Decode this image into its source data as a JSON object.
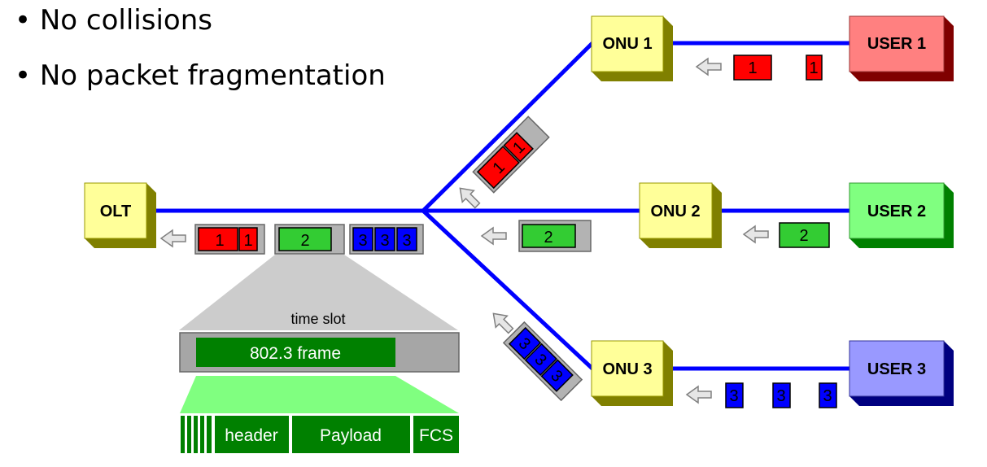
{
  "bullets": [
    "No collisions",
    "No packet fragmentation"
  ],
  "nodes": {
    "olt": "OLT",
    "onus": [
      "ONU 1",
      "ONU 2",
      "ONU 3"
    ],
    "users": [
      "USER 1",
      "USER 2",
      "USER 3"
    ]
  },
  "packets": {
    "user1": [
      "1",
      "1"
    ],
    "user2": [
      "2"
    ],
    "user3": [
      "3",
      "3",
      "3"
    ],
    "branch1": [
      "1",
      "1"
    ],
    "branch2": [
      "2"
    ],
    "branch3": [
      "3",
      "3",
      "3"
    ],
    "olt_slot1": [
      "1",
      "1"
    ],
    "olt_slot2": [
      "2"
    ],
    "olt_slot3": [
      "3",
      "3",
      "3"
    ]
  },
  "detail": {
    "time_slot_label": "time slot",
    "frame_label": "802.3 frame",
    "fields": [
      "header",
      "Payload",
      "FCS"
    ]
  },
  "colors": {
    "fiber": "#0000ff",
    "onu": "#ffff99",
    "olt": "#ffff99",
    "user1": "#ff8080",
    "user2": "#80ff80",
    "user3": "#9999ff",
    "packet1": "#ff0000",
    "packet2": "#33cc33",
    "packet3": "#0000ff",
    "frame": "#008000"
  }
}
